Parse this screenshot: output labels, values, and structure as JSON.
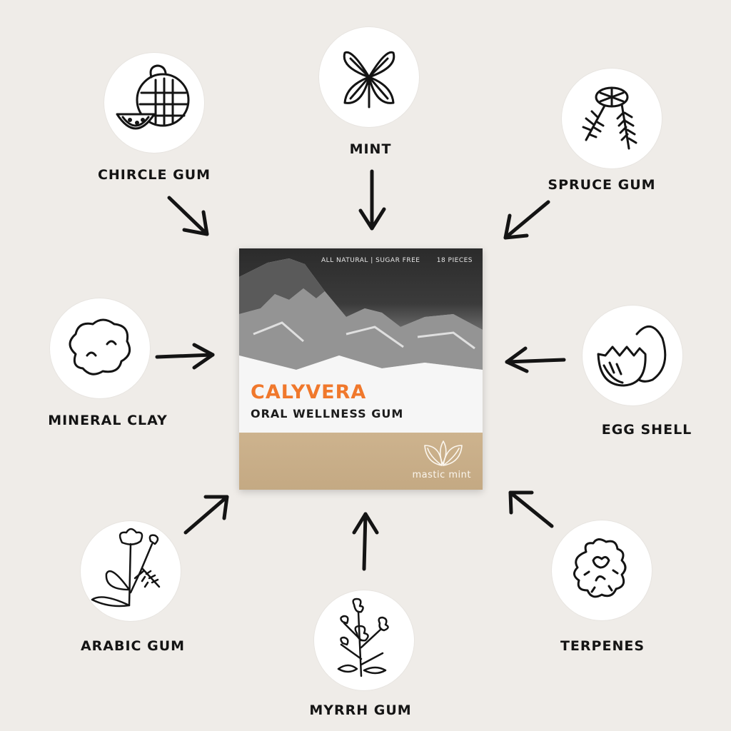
{
  "ingredients": [
    {
      "label": "CHIRCLE GUM",
      "icon": "melon-icon"
    },
    {
      "label": "MINT",
      "icon": "mint-leaves-icon"
    },
    {
      "label": "SPRUCE GUM",
      "icon": "spruce-branch-icon"
    },
    {
      "label": "MINERAL CLAY",
      "icon": "clay-icon"
    },
    {
      "label": "EGG SHELL",
      "icon": "egg-icon"
    },
    {
      "label": "ARABIC GUM",
      "icon": "acacia-flower-icon"
    },
    {
      "label": "MYRRH GUM",
      "icon": "myrrh-flower-icon"
    },
    {
      "label": "TERPENES",
      "icon": "terpene-bud-icon"
    }
  ],
  "product": {
    "tagline": "ALL NATURAL | SUGAR FREE",
    "pieces": "18 PIECES",
    "brand": "CALYVERA",
    "subtitle": "ORAL WELLNESS GUM",
    "flavor": "mastic mint"
  },
  "colors": {
    "background": "#efece8",
    "brand_orange": "#f0782c",
    "kraft": "#c8ad87",
    "ink": "#141414"
  }
}
